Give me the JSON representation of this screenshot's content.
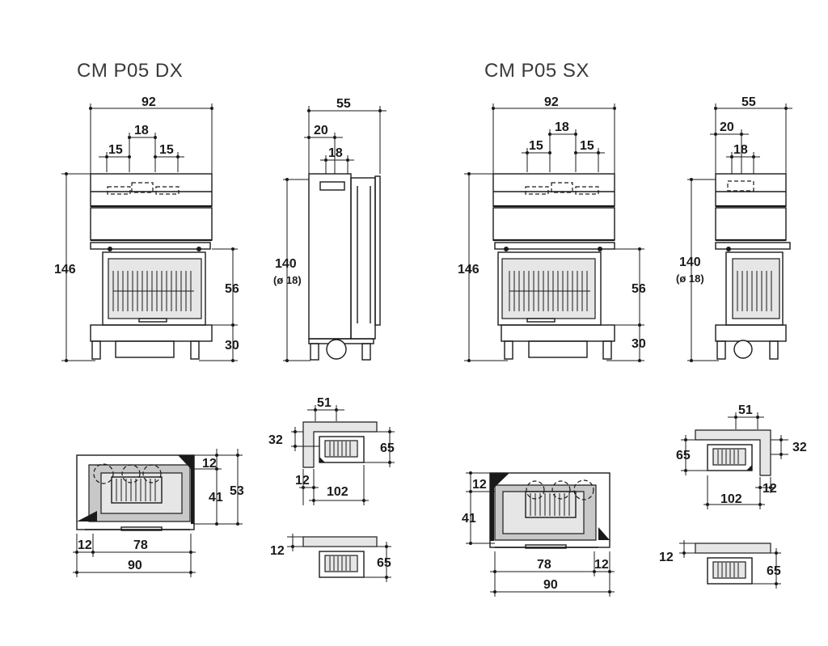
{
  "titles": {
    "left": "CM P05 DX",
    "right": "CM P05 SX"
  },
  "dims": {
    "dx_front_width": "92",
    "dx_front_18": "18",
    "dx_front_15a": "15",
    "dx_front_15b": "15",
    "dx_front_height": "146",
    "dx_front_56": "56",
    "dx_front_30": "30",
    "dx_side_55": "55",
    "dx_side_20": "20",
    "dx_side_18": "18",
    "dx_side_140": "140",
    "dx_side_flue": "(ø 18)",
    "sx_front_width": "92",
    "sx_front_18": "18",
    "sx_front_15a": "15",
    "sx_front_15b": "15",
    "sx_front_height": "146",
    "sx_front_56": "56",
    "sx_front_30": "30",
    "sx_side_55": "55",
    "sx_side_20": "20",
    "sx_side_18": "18",
    "sx_side_140": "140",
    "sx_side_flue": "(ø 18)",
    "dx_plan_12a": "12",
    "dx_plan_41": "41",
    "dx_plan_53": "53",
    "dx_plan_12b": "12",
    "dx_plan_78": "78",
    "dx_plan_90": "90",
    "dx_corner_51": "51",
    "dx_corner_32": "32",
    "dx_corner_65": "65",
    "dx_corner_12": "12",
    "dx_corner_102": "102",
    "dx_wall_12": "12",
    "dx_wall_65": "65",
    "sx_plan_12a": "12",
    "sx_plan_41": "41",
    "sx_plan_78": "78",
    "sx_plan_12b": "12",
    "sx_plan_90": "90",
    "sx_corner_51": "51",
    "sx_corner_65": "65",
    "sx_corner_32": "32",
    "sx_corner_12": "12",
    "sx_corner_102": "102",
    "sx_wall_12": "12",
    "sx_wall_65": "65"
  }
}
